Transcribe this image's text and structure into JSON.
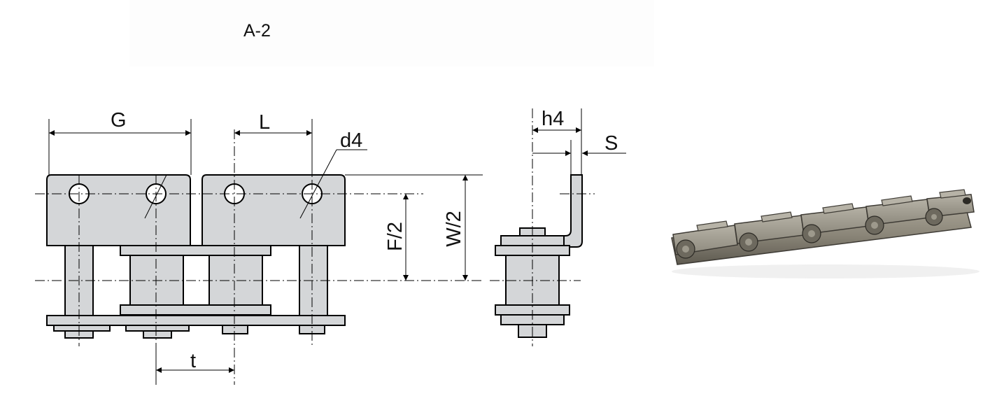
{
  "title": "A-2",
  "dimensions": {
    "G": "G",
    "L": "L",
    "d4": "d4",
    "t": "t",
    "F_half": "F/2",
    "W_half": "W/2",
    "h4": "h4",
    "S": "S"
  },
  "colors": {
    "part_fill": "#d4d6d8",
    "outline": "#000000",
    "chain_metal": "#8a8578"
  }
}
